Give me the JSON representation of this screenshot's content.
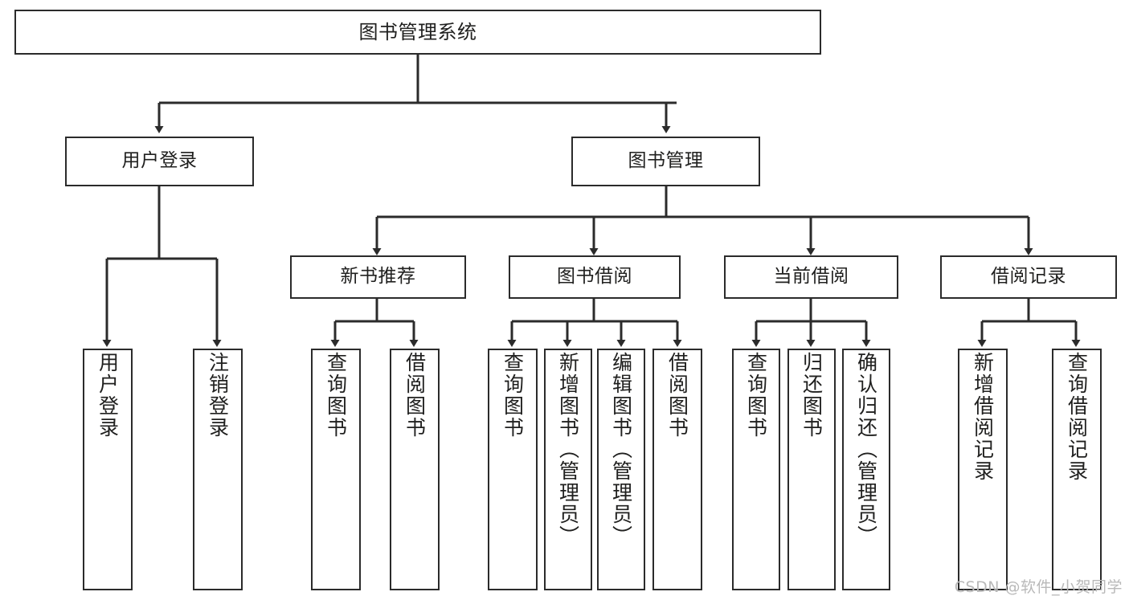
{
  "diagram": {
    "type": "tree-hierarchy",
    "title": "图书管理系统",
    "orientation": "top-down",
    "watermark": "CSDN @软件_小贺同学",
    "colors": {
      "box_border": "#2b2b2b",
      "box_fill": "#ffffff",
      "connector": "#2b2b2b",
      "text": "#20201f",
      "watermark": "#b9b9b9",
      "background": "#ffffff"
    },
    "nodes": {
      "root": {
        "label": "图书管理系统",
        "level": 1
      },
      "level2": [
        {
          "id": "user-login",
          "label": "用户登录"
        },
        {
          "id": "book-management",
          "label": "图书管理"
        }
      ],
      "level3": [
        {
          "id": "new-book-recommend",
          "label": "新书推荐",
          "parent": "book-management"
        },
        {
          "id": "book-borrow",
          "label": "图书借阅",
          "parent": "book-management"
        },
        {
          "id": "current-borrow",
          "label": "当前借阅",
          "parent": "book-management"
        },
        {
          "id": "borrow-record",
          "label": "借阅记录",
          "parent": "book-management"
        }
      ],
      "leaves": [
        {
          "id": "leaf-user-login",
          "label": "用户登录",
          "parent": "user-login"
        },
        {
          "id": "leaf-logout-login",
          "label": "注销登录",
          "parent": "user-login"
        },
        {
          "id": "leaf-query-book-1",
          "label": "查询图书",
          "parent": "new-book-recommend"
        },
        {
          "id": "leaf-borrow-book-1",
          "label": "借阅图书",
          "parent": "new-book-recommend"
        },
        {
          "id": "leaf-query-book-2",
          "label": "查询图书",
          "parent": "book-borrow"
        },
        {
          "id": "leaf-add-book",
          "label": "新增图书（管理员）",
          "parent": "book-borrow"
        },
        {
          "id": "leaf-edit-book",
          "label": "编辑图书（管理员）",
          "parent": "book-borrow"
        },
        {
          "id": "leaf-borrow-book-2",
          "label": "借阅图书",
          "parent": "book-borrow"
        },
        {
          "id": "leaf-query-book-3",
          "label": "查询图书",
          "parent": "current-borrow"
        },
        {
          "id": "leaf-return-book",
          "label": "归还图书",
          "parent": "current-borrow"
        },
        {
          "id": "leaf-confirm-return",
          "label": "确认归还（管理员）",
          "parent": "current-borrow"
        },
        {
          "id": "leaf-add-record",
          "label": "新增借阅记录",
          "parent": "borrow-record"
        },
        {
          "id": "leaf-query-record",
          "label": "查询借阅记录",
          "parent": "borrow-record"
        }
      ]
    }
  }
}
